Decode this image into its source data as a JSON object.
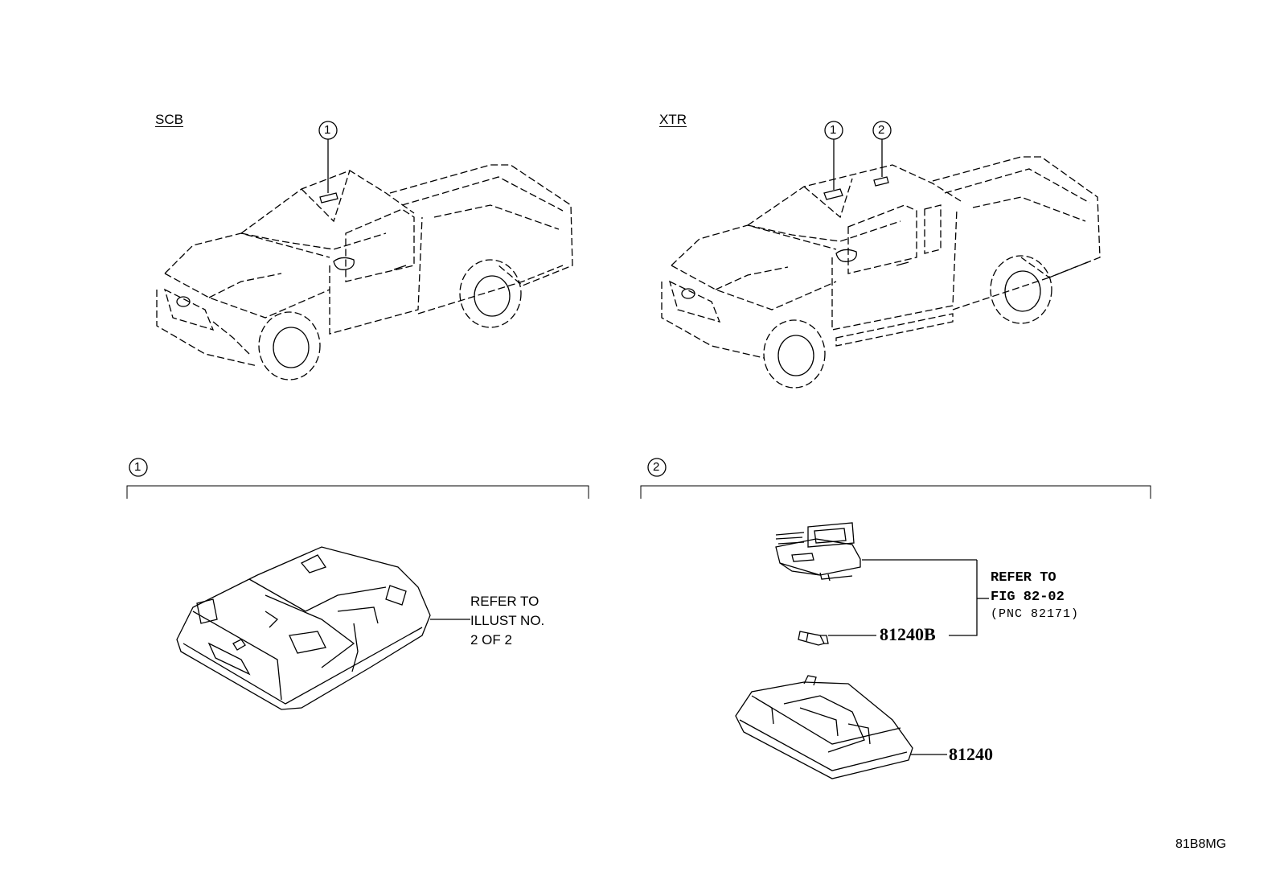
{
  "variants": {
    "left": {
      "code": "SCB",
      "callouts": [
        "1"
      ]
    },
    "right": {
      "code": "XTR",
      "callouts": [
        "1",
        "2"
      ]
    }
  },
  "sections": {
    "one": {
      "number": "1",
      "note": [
        "REFER TO",
        "ILLUST NO.",
        "2 OF 2"
      ]
    },
    "two": {
      "number": "2",
      "note": [
        "REFER TO",
        "FIG 82-02",
        "(PNC 82171)"
      ],
      "parts": {
        "bulb": "81240B",
        "lamp": "81240"
      }
    }
  },
  "figure_code": "81B8MG"
}
